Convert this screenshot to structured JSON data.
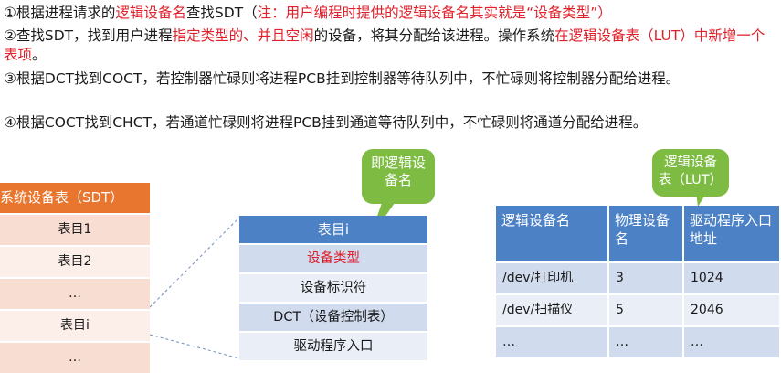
{
  "steps": {
    "s1": {
      "p1": "①根据进程请求的",
      "red1": "逻辑设备名",
      "p2": "查找SDT（",
      "red2": "注：用户编程时提供的逻辑设备名其实就是“设备类型”）"
    },
    "s2": {
      "p1": "②查找SDT，找到用户进程",
      "red1": "指定类型的、并且空闲",
      "p2": "的设备，将其分配给该进程。操作系统",
      "red2": "在逻辑设备表（LUT）中新增一个表项",
      "p3": "。"
    },
    "s3": "③根据DCT找到COCT，若控制器忙碌则将进程PCB挂到控制器等待队列中，不忙碌则将控制器分配给进程。",
    "s4": "④根据COCT找到CHCT，若通道忙碌则将进程PCB挂到通道等待队列中，不忙碌则将通道分配给进程。"
  },
  "callouts": {
    "dct_note": "即逻辑设备名",
    "lut_note": "逻辑设备表（LUT）"
  },
  "sdt": {
    "title": "系统设备表（SDT）",
    "rows": [
      "表目1",
      "表目2",
      "…",
      "表目i",
      "…"
    ]
  },
  "dct": {
    "title": "表目i",
    "rows": [
      "设备类型",
      "设备标识符",
      "DCT（设备控制表）",
      "驱动程序入口"
    ]
  },
  "lut": {
    "headers": [
      "逻辑设备名",
      "物理设备名",
      "驱动程序入口地址"
    ],
    "rows": [
      [
        "/dev/打印机",
        "3",
        "1024"
      ],
      [
        "/dev/扫描仪",
        "5",
        "2046"
      ],
      [
        "…",
        "…",
        "…"
      ]
    ]
  },
  "colors": {
    "accent_red": "#e0202a",
    "callout_green": "#7dbb42",
    "sdt_orange": "#e8762f",
    "table_blue": "#4c81c6"
  }
}
